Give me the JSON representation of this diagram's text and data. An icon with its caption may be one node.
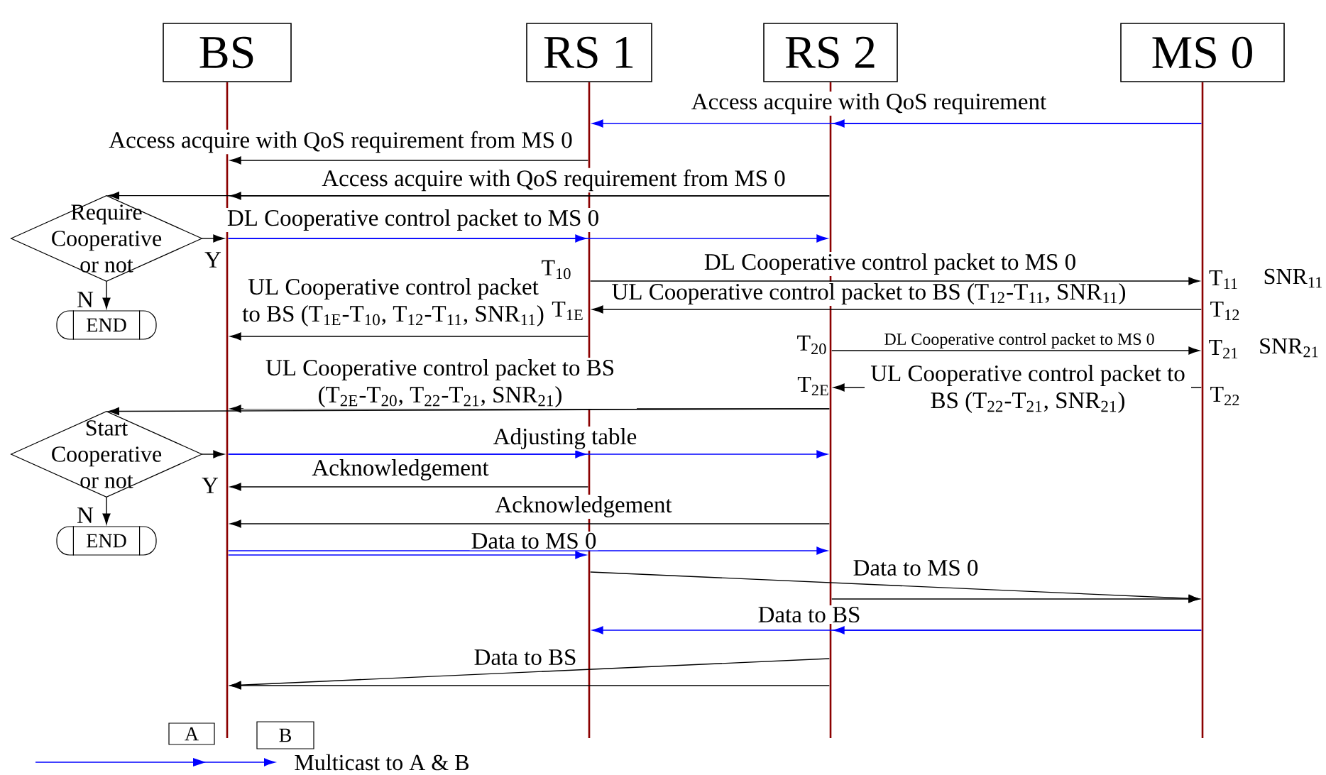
{
  "diagram": {
    "nodes": [
      {
        "text": [
          "BS"
        ]
      },
      {
        "text": [
          "RS 1"
        ]
      },
      {
        "text": [
          "RS 2"
        ]
      },
      {
        "text": [
          "MS 0"
        ]
      },
      {
        "text": [
          "Require Cooperative or not"
        ]
      },
      {
        "text": [
          "END"
        ]
      },
      {
        "text": [
          "Start Cooperative or not"
        ]
      },
      {
        "text": [
          "END"
        ]
      },
      {
        "text": [
          "A"
        ]
      },
      {
        "text": [
          "B"
        ]
      },
      {
        "text": [],
        "shape": "bar"
      },
      {
        "text": [],
        "shape": "bar"
      },
      {
        "text": [],
        "shape": "bar"
      },
      {
        "text": [],
        "shape": "bar"
      }
    ],
    "edges": [
      {
        "from": 13,
        "to": 12,
        "arrow": "to",
        "color": "#0000ff"
      },
      {
        "from": 13,
        "to": 11,
        "arrow": "to",
        "color": "#0000ff",
        "label": "Access acquire with QoS requirement"
      },
      {
        "from": 11,
        "to": 10,
        "arrow": "to",
        "label": "Access acquire with QoS requirement from MS 0"
      },
      {
        "from": 12,
        "to": 10,
        "arrow": "to",
        "label": "Access acquire with QoS requirement from MS 0"
      },
      {
        "from": 12,
        "to": 4,
        "arrow": "to"
      },
      {
        "from": 4,
        "to": 10,
        "arrow": "to",
        "label": "Y"
      },
      {
        "from": 10,
        "to": 11,
        "arrow": "to",
        "color": "#0000ff",
        "label": "DL Cooperative control packet to MS 0"
      },
      {
        "from": 10,
        "to": 12,
        "arrow": "to",
        "color": "#0000ff"
      },
      {
        "from": 11,
        "to": 13,
        "arrow": "to",
        "label": "DL Cooperative control packet to MS 0"
      },
      {
        "from": 13,
        "to": 11,
        "arrow": "to",
        "label": "UL Cooperative control packet to BS (T$_{12}$-T$_{11}$, SNR$_{11}$)"
      },
      {
        "from": 11,
        "to": 10,
        "arrow": "to",
        "label": "UL Cooperative control packet to BS (T$_{1E}$-T$_{10}$, T$_{12}$-T$_{11}$, SNR$_{11}$)"
      },
      {
        "from": 12,
        "to": 13,
        "arrow": "to",
        "label": "DL Cooperative control packet to MS 0"
      },
      {
        "from": 13,
        "to": 12,
        "arrow": "to",
        "label": "UL Cooperative control packet to BS (T$_{22}$-T$_{21}$, SNR$_{21}$)"
      },
      {
        "from": 12,
        "to": 10,
        "arrow": "to",
        "label": "UL Cooperative control packet to BS (T$_{2E}$-T$_{20}$, T$_{22}$-T$_{21}$, SNR$_{21}$)"
      },
      {
        "from": 12,
        "to": 6,
        "arrow": "to"
      },
      {
        "from": 6,
        "to": 10,
        "arrow": "to",
        "label": "Y"
      },
      {
        "from": 10,
        "to": 11,
        "arrow": "to",
        "color": "#0000ff",
        "label": "Adjusting table"
      },
      {
        "from": 10,
        "to": 12,
        "arrow": "to",
        "color": "#0000ff"
      },
      {
        "from": 11,
        "to": 10,
        "arrow": "to",
        "label": "Acknowledgement"
      },
      {
        "from": 12,
        "to": 10,
        "arrow": "to",
        "label": "Acknowledgement"
      },
      {
        "from": 10,
        "to": 11,
        "arrow": "to",
        "color": "#0000ff",
        "label": "Data to MS 0"
      },
      {
        "from": 10,
        "to": 12,
        "arrow": "to",
        "color": "#0000ff"
      },
      {
        "from": 11,
        "to": 13,
        "arrow": "to",
        "label": "Data to MS 0"
      },
      {
        "from": 12,
        "to": 13,
        "arrow": "to"
      },
      {
        "from": 13,
        "to": 12,
        "arrow": "to",
        "color": "#0000ff",
        "label": "Data to BS"
      },
      {
        "from": 13,
        "to": 11,
        "arrow": "to",
        "color": "#0000ff"
      },
      {
        "from": 12,
        "to": 10,
        "arrow": "to",
        "label": "Data to BS"
      },
      {
        "from": 12,
        "to": 10,
        "arrow": "to"
      },
      {
        "from": 4,
        "to": 5,
        "arrow": "to",
        "label": "N"
      },
      {
        "from": 6,
        "to": 7,
        "arrow": "to",
        "label": "N"
      }
    ],
    "labels": [
      "T$_{10}$",
      "T$_{11}$",
      "SNR$_{11}$",
      "T$_{1E}$",
      "T$_{12}$",
      "T$_{20}$",
      "T$_{21}$",
      "SNR$_{21}$",
      "T$_{2E}$",
      "T$_{22}$"
    ],
    "legend": [
      {
        "text": "Multicast to A & B"
      }
    ]
  }
}
